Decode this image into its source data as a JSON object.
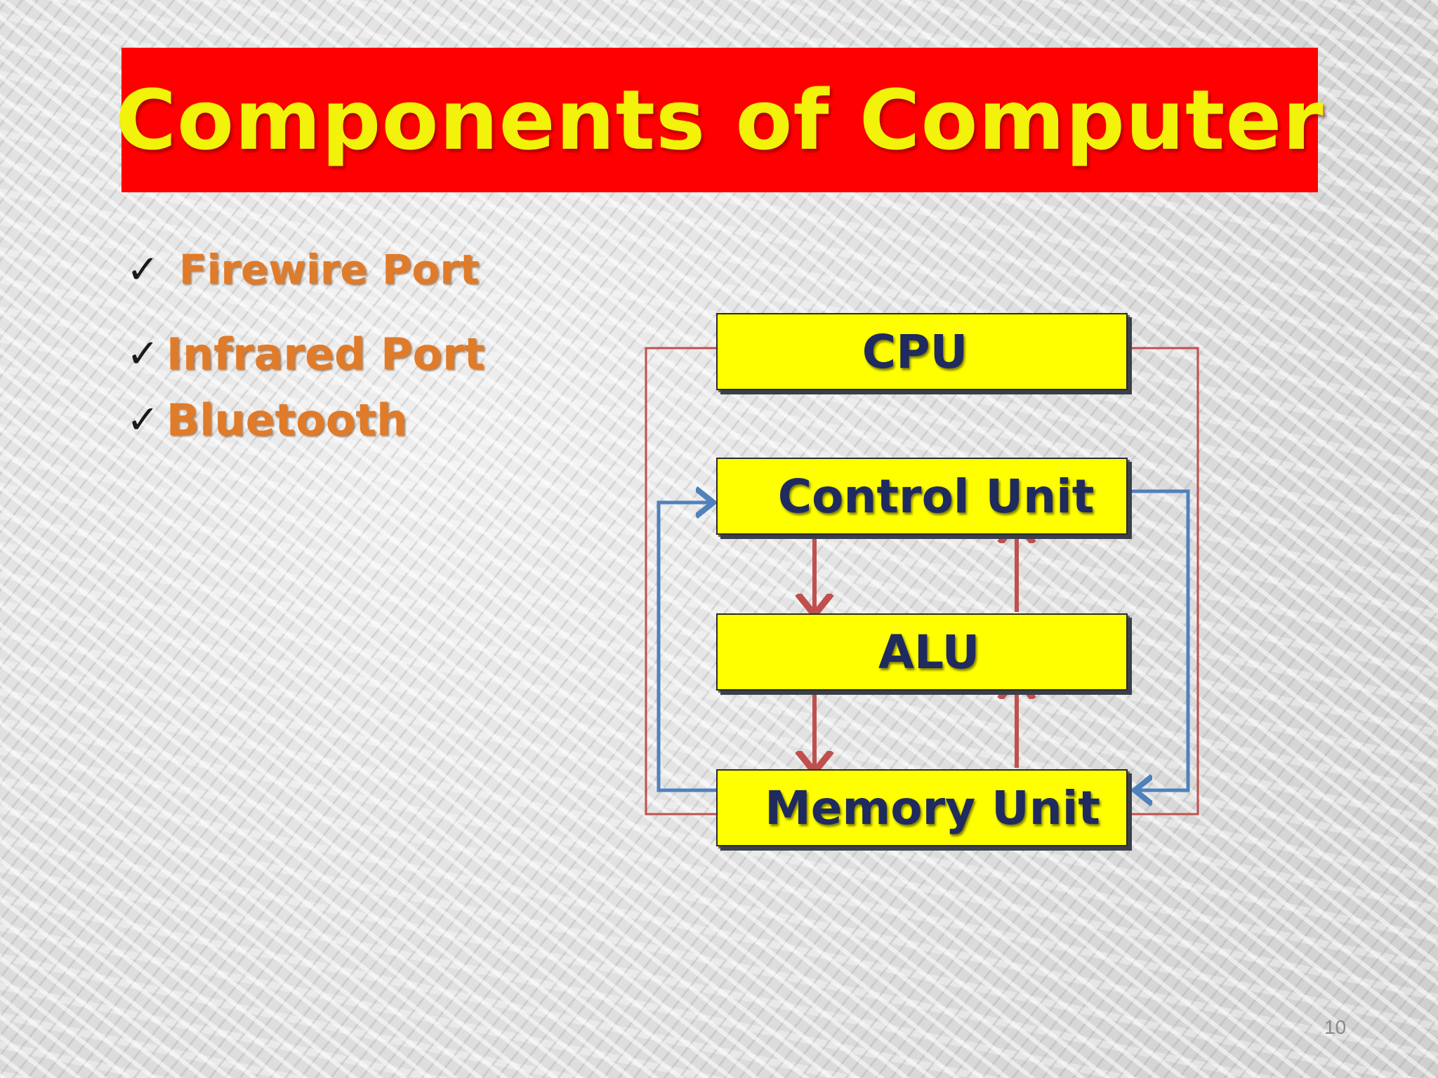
{
  "title": "Components of Computer",
  "bullets": [
    {
      "check": "✓",
      "label": "Firewire Port"
    },
    {
      "check": "✓",
      "label": "Infrared Port"
    },
    {
      "check": "✓",
      "label": "Bluetooth"
    }
  ],
  "diagram": {
    "boxes": {
      "cpu": "CPU",
      "control_unit": "Control Unit",
      "alu": "ALU",
      "memory_unit": "Memory Unit"
    }
  },
  "page_number": "10",
  "colors": {
    "banner": "#ff0000",
    "title_text": "#f2f20a",
    "bullet_text": "#e07b2a",
    "box_fill": "#ffff00",
    "box_text": "#1f2a5e",
    "red_arrow": "#c0504d",
    "blue_arrow": "#4f81bd"
  }
}
